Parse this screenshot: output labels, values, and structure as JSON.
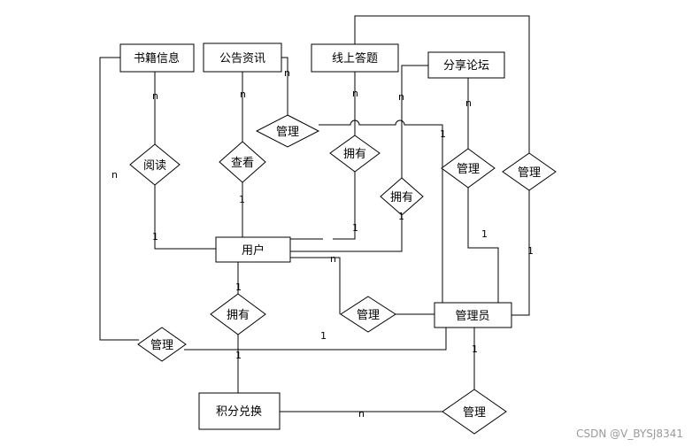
{
  "entities": {
    "book_info": "书籍信息",
    "announcement": "公告资讯",
    "online_quiz": "线上答题",
    "forum": "分享论坛",
    "user": "用户",
    "admin": "管理员",
    "points_exchange": "积分兑换"
  },
  "relationships": {
    "read": "阅读",
    "view": "查看",
    "manage_announcement": "管理",
    "own_quiz": "拥有",
    "own_forum": "拥有",
    "manage_forum": "管理",
    "manage_quiz": "管理",
    "manage_user": "管理",
    "own_points": "拥有",
    "manage_book": "管理",
    "manage_points": "管理"
  },
  "cardinalities": {
    "book_read": "n",
    "user_read": "1",
    "announce_view": "n",
    "user_view": "1",
    "announce_manage": "n",
    "admin_manage_announce": "1",
    "quiz_own": "n",
    "user_own_quiz": "1",
    "forum_own": "n",
    "user_own_forum": "1",
    "forum_manage": "n",
    "admin_manage_forum": "1",
    "admin_manage_quiz": "1",
    "user_manage": "n",
    "user_own_points": "1",
    "points_own": "1",
    "book_manage": "n",
    "admin_manage_book": "1",
    "admin_manage_points": "1",
    "points_manage": "n"
  },
  "watermark": "CSDN @V_BYSJ8341"
}
